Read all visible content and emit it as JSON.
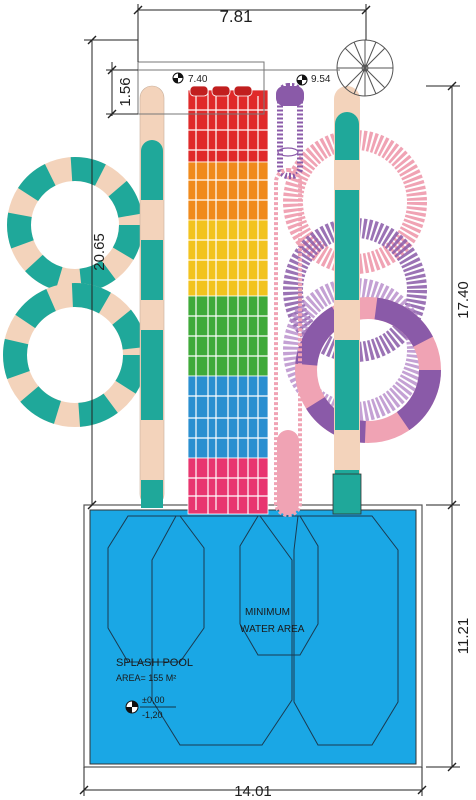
{
  "dimensions": {
    "top_width": "7.81",
    "left_offset": "1.56",
    "slide_small": "7.40",
    "slide_small_2": "9.54",
    "tower_height": "20.65",
    "right_height": "17.40",
    "pool_depth": "11.21",
    "bottom_width": "14.01"
  },
  "pool": {
    "name": "SPLASH POOL",
    "area": "AREA= 155 M²",
    "level_top": "±0,00",
    "level_bottom": "-1,20",
    "zone_line1": "MINIMUM",
    "zone_line2": "WATER AREA"
  },
  "colors": {
    "pool_fill": "#1aa7e5",
    "teal": "#1fa89a",
    "peach": "#f3d3bb",
    "purple": "#8a5aa8",
    "pink": "#f0a3b4",
    "rainbow": [
      "#e02a2a",
      "#f08a1c",
      "#f2c31e",
      "#3faa3a",
      "#2a8fd0",
      "#e8356f"
    ]
  },
  "icons": [
    "elevation-marker-icon",
    "ferris-wheel-icon"
  ]
}
